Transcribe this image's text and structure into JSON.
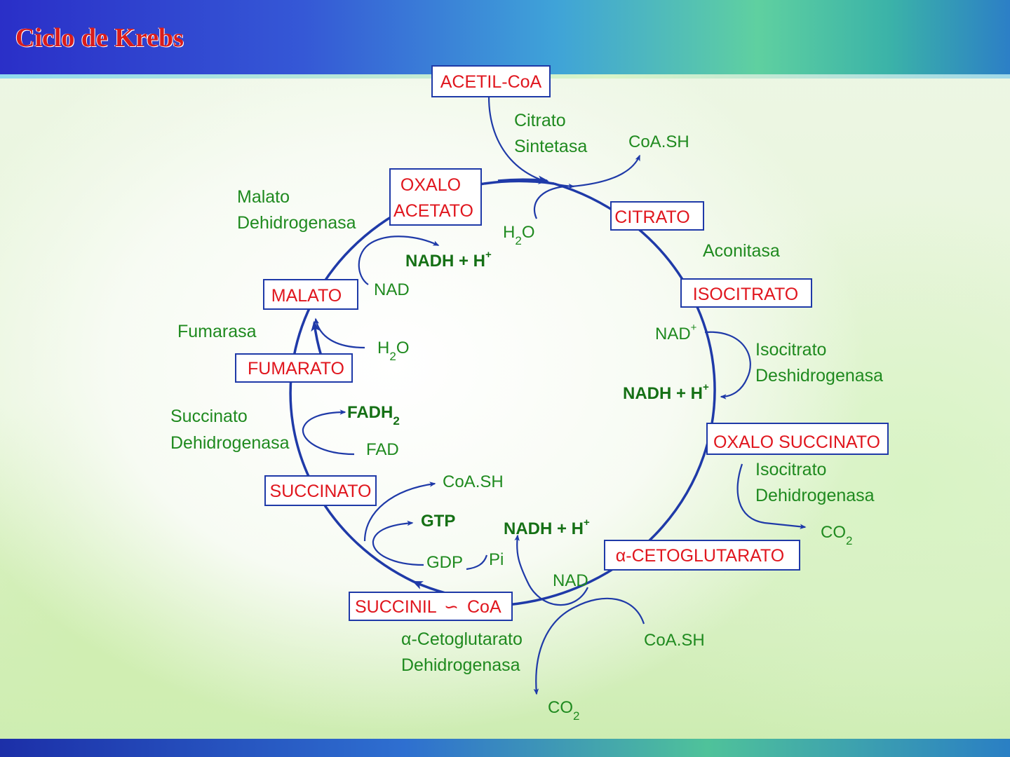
{
  "slide": {
    "title": "Ciclo de Krebs"
  },
  "metabolites": {
    "acetil_coa": "ACETIL-CoA",
    "oxalo_acetato_1": "OXALO",
    "oxalo_acetato_2": "ACETATO",
    "citrato": "CITRATO",
    "isocitrato": "ISOCITRATO",
    "oxalo_succinato": "OXALO SUCCINATO",
    "cetoglutarato": "α-CETOGLUTARATO",
    "succinil_coa_a": "SUCCINIL",
    "succinil_coa_sym": "∽",
    "succinil_coa_b": "CoA",
    "succinato": "SUCCINATO",
    "fumarato": "FUMARATO",
    "malato": "MALATO"
  },
  "enzymes": {
    "citrato_sintetasa_1": "Citrato",
    "citrato_sintetasa_2": "Sintetasa",
    "aconitasa": "Aconitasa",
    "isocitrato_deshidrogenasa_1": "Isocitrato",
    "isocitrato_deshidrogenasa_2": "Deshidrogenasa",
    "isocitrato_dehidrogenasa_1": "Isocitrato",
    "isocitrato_dehidrogenasa_2": "Dehidrogenasa",
    "cetoglutarato_dh_1": "α-Cetoglutarato",
    "cetoglutarato_dh_2": "Dehidrogenasa",
    "succinato_dh_1": "Succinato",
    "succinato_dh_2": "Dehidrogenasa",
    "fumarasa": "Fumarasa",
    "malato_dh_1": "Malato",
    "malato_dh_2": "Dehidrogenasa"
  },
  "cofactors": {
    "coash_top": "CoA.SH",
    "h2o_top_base": "H",
    "h2o_top_sub": "2",
    "h2o_top_end": "O",
    "nad_plus_iso_base": "NAD",
    "nad_plus_iso_sup": "+",
    "nadh_iso_base": "NADH + H",
    "nadh_iso_sup": "+",
    "co2_right_base": "CO",
    "co2_right_sub": "2",
    "nad_ceto": "NAD",
    "nadh_ceto_base": "NADH + H",
    "nadh_ceto_sup": "+",
    "coash_ceto": "CoA.SH",
    "co2_bottom_base": "CO",
    "co2_bottom_sub": "2",
    "pi": "Pi",
    "gdp": "GDP",
    "gtp": "GTP",
    "coash_succ": "CoA.SH",
    "fad": "FAD",
    "fadh2_base": "FADH",
    "fadh2_sub": "2",
    "h2o_fum_base": "H",
    "h2o_fum_sub": "2",
    "h2o_fum_end": "O",
    "nad_mal": "NAD",
    "nadh_mal_base": "NADH + H",
    "nadh_mal_sup": "+"
  },
  "colors": {
    "metabolite_text": "#e0161e",
    "enzyme_text": "#1f8a1f",
    "arrow": "#1f3aa8",
    "title": "#d81c1c"
  }
}
